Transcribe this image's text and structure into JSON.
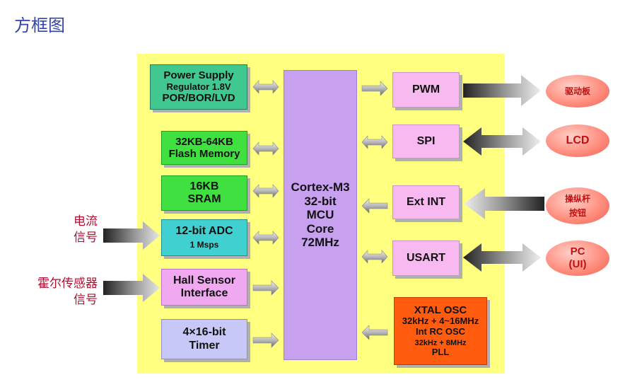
{
  "title": "方框图",
  "blocks": {
    "power": [
      "Power Supply",
      "Regulator 1.8V",
      "POR/BOR/LVD"
    ],
    "flash": [
      "32KB-64KB",
      "Flash Memory"
    ],
    "sram": [
      "16KB",
      "SRAM"
    ],
    "adc": [
      "12-bit ADC",
      "1 Msps"
    ],
    "hall": [
      "Hall Sensor",
      "Interface"
    ],
    "timer": [
      "4×16-bit",
      "Timer"
    ],
    "cpu": [
      "Cortex-M3",
      "32-bit",
      "MCU",
      "Core",
      "72MHz"
    ],
    "pwm": "PWM",
    "spi": "SPI",
    "extint": "Ext INT",
    "usart": "USART",
    "xtal": [
      "XTAL OSC",
      "32kHz + 4~16MHz",
      "Int RC OSC",
      "32kHz + 8MHz",
      "PLL"
    ]
  },
  "inputs": {
    "current": [
      "电流",
      "信号"
    ],
    "hall": [
      "霍尔传感器",
      "信号"
    ]
  },
  "externals": {
    "driver": [
      "驱动板"
    ],
    "lcd": [
      "LCD"
    ],
    "joystick": [
      "操纵杆",
      "按钮"
    ],
    "pc": [
      "PC",
      "(UI)"
    ]
  },
  "colors": {
    "board": "#ffff80",
    "cpu": "#c8a0f0",
    "power": "#40c890",
    "memory": "#40e040",
    "adc": "#40d0d0",
    "hall": "#f0a8f0",
    "timer": "#c8c8f8",
    "peripheral": "#f8b8f0",
    "xtal": "#ff5c10",
    "external": "#ff8f80"
  }
}
